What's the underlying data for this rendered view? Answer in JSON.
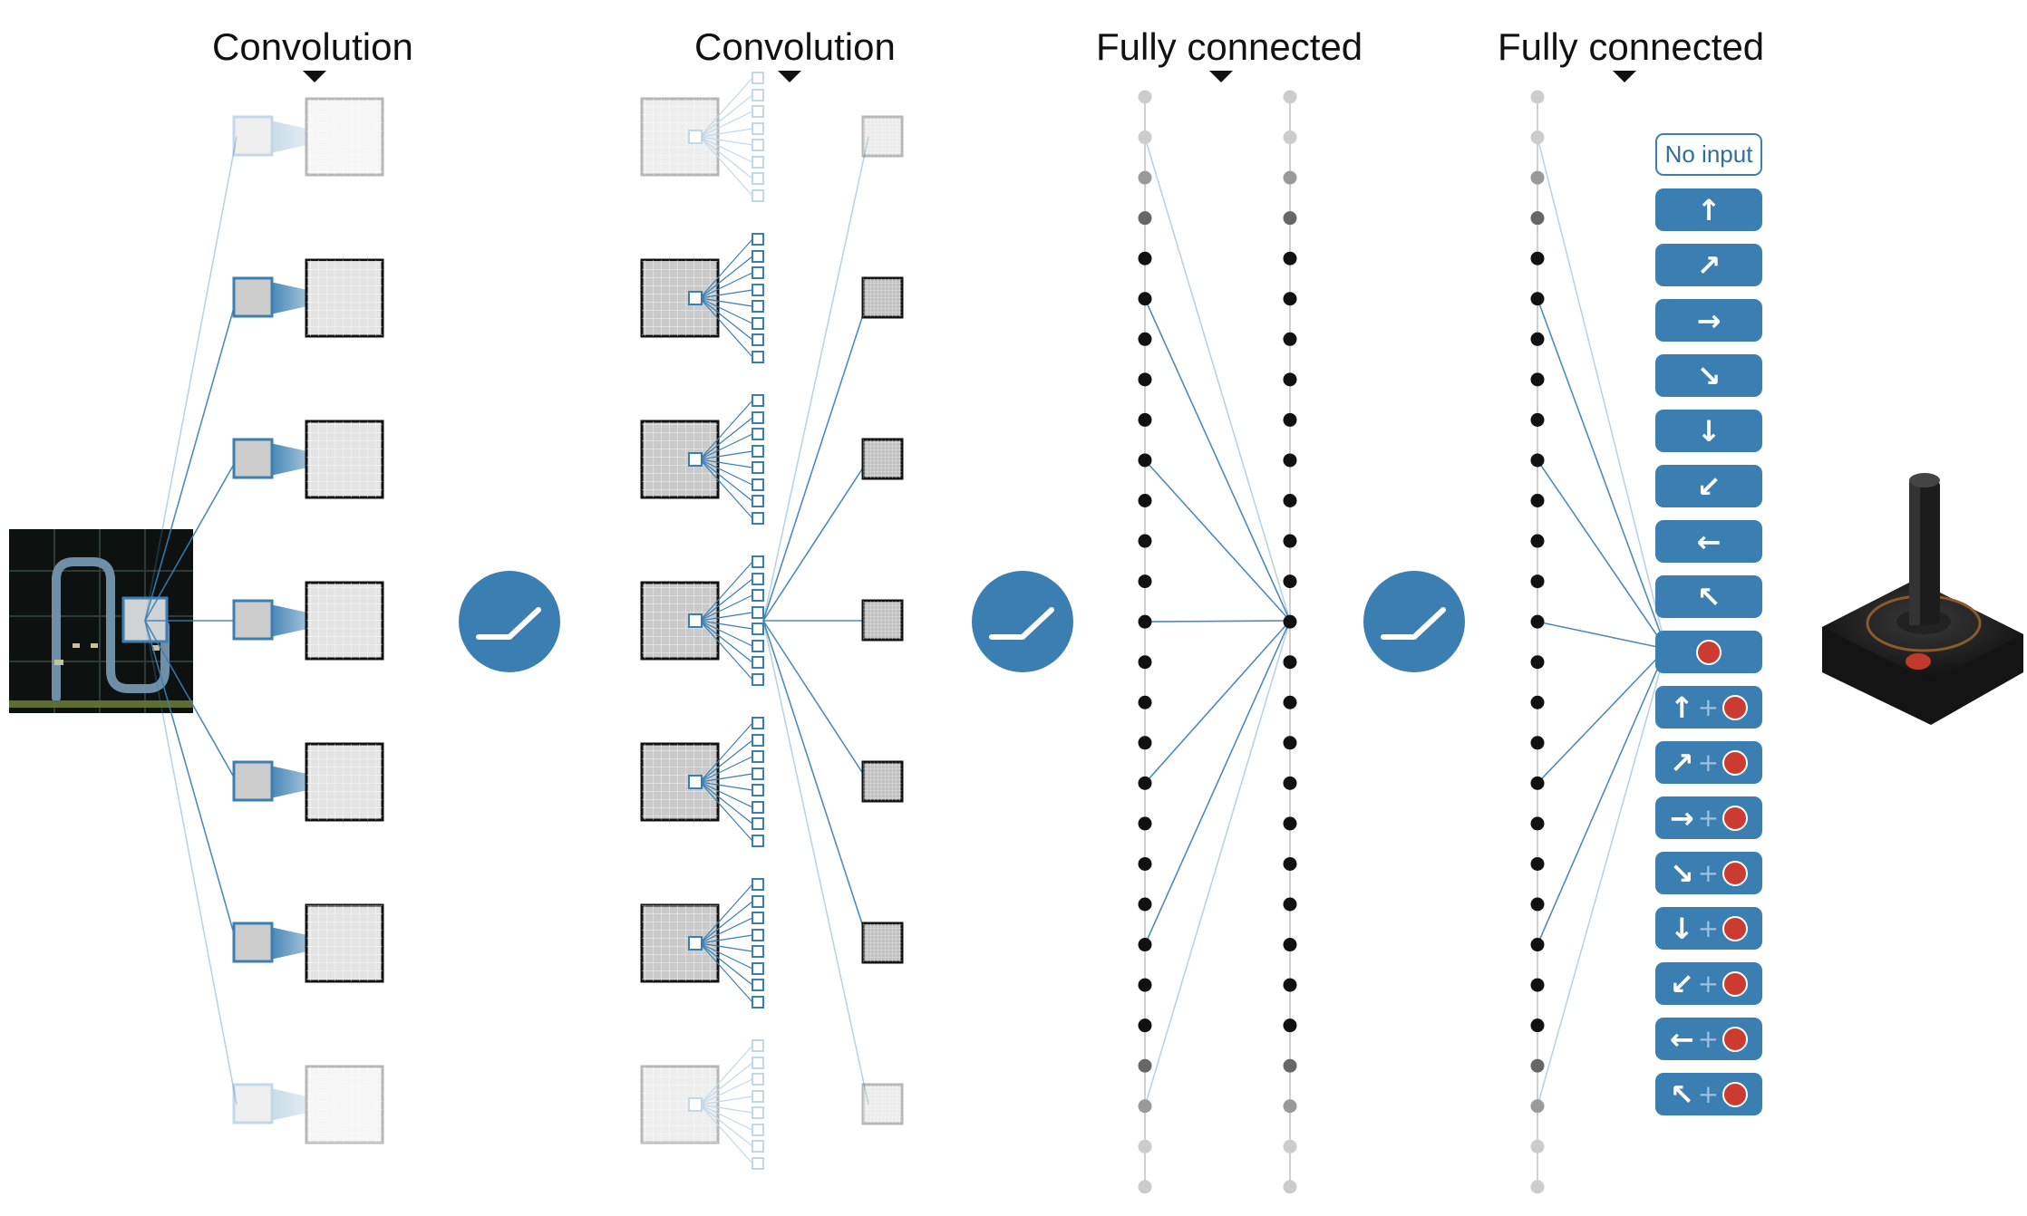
{
  "headers": [
    {
      "text": "Convolution"
    },
    {
      "text": "Convolution"
    },
    {
      "text": "Fully connected"
    },
    {
      "text": "Fully connected"
    }
  ],
  "activation_icon": "relu-icon",
  "joystick_icon": "joystick-icon",
  "actions": [
    {
      "label": "No input",
      "glyph": "",
      "fire": false
    },
    {
      "label": "",
      "glyph": "↑",
      "fire": false
    },
    {
      "label": "",
      "glyph": "↗",
      "fire": false
    },
    {
      "label": "",
      "glyph": "→",
      "fire": false
    },
    {
      "label": "",
      "glyph": "↘",
      "fire": false
    },
    {
      "label": "",
      "glyph": "↓",
      "fire": false
    },
    {
      "label": "",
      "glyph": "↙",
      "fire": false
    },
    {
      "label": "",
      "glyph": "←",
      "fire": false
    },
    {
      "label": "",
      "glyph": "↖",
      "fire": false
    },
    {
      "label": "",
      "glyph": "",
      "fire": true
    },
    {
      "label": "",
      "glyph": "↑",
      "fire": true
    },
    {
      "label": "",
      "glyph": "↗",
      "fire": true
    },
    {
      "label": "",
      "glyph": "→",
      "fire": true
    },
    {
      "label": "",
      "glyph": "↘",
      "fire": true
    },
    {
      "label": "",
      "glyph": "↓",
      "fire": true
    },
    {
      "label": "",
      "glyph": "↙",
      "fire": true
    },
    {
      "label": "",
      "glyph": "←",
      "fire": true
    },
    {
      "label": "",
      "glyph": "↖",
      "fire": true
    }
  ],
  "plus_sign": "+",
  "colors": {
    "accent": "#3b7fb2",
    "fire": "#cc3b2f",
    "node": "#111111",
    "map_fill": "#d4d4d4"
  }
}
